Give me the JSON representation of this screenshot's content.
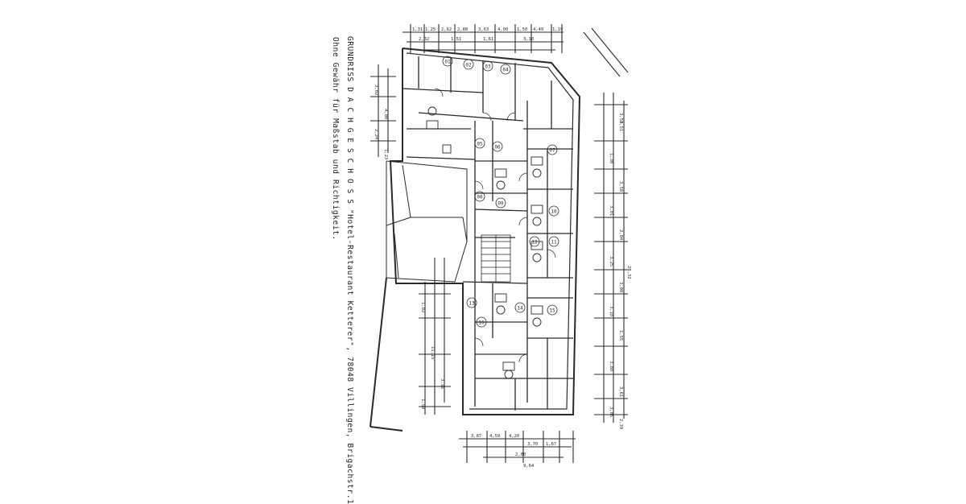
{
  "caption": {
    "line1": "GRUNDRISS D A C H G E S C H O S S \"Hotel-Restaurant Ketterer\", 78048 Villingen, Brigachstr.1",
    "line2": "Ohne Gewähr für Maßstab und Richtigkeit."
  },
  "dimensions": {
    "top": [
      "1,31",
      "1,25",
      "2,62",
      "2,88",
      "3,63",
      "4,00",
      "1,50",
      "4,49",
      "1,19",
      "2,32",
      "1,51",
      "1,61",
      "3,10"
    ],
    "right": [
      "3,51",
      "1,30",
      "3,58",
      "3,01",
      "2,04",
      "3,25",
      "3,00",
      "3,18",
      "1,55",
      "3,88",
      "3,61",
      "3,85",
      "2,39",
      "28,32",
      "3,50"
    ],
    "bottom": [
      "3,87",
      "4,59",
      "4,20",
      "3,70",
      "1,67",
      "2,00",
      "9,64"
    ],
    "left": [
      "3,02",
      "4,00",
      "2,24",
      "1,23",
      "1,02",
      "11,15",
      "3,16",
      "1,59"
    ]
  },
  "rooms": [
    "01",
    "02",
    "03",
    "04",
    "05",
    "06",
    "07",
    "08",
    "09",
    "10",
    "11",
    "12",
    "13",
    "14",
    "15",
    "16"
  ],
  "colors": {
    "ink": "#2a2a2a",
    "paper": "#ffffff",
    "hatch": "#555555"
  }
}
